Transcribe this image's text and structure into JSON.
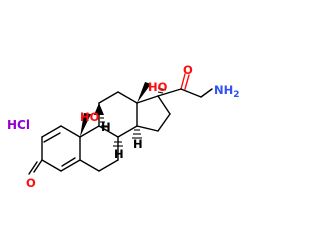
{
  "molecule": {
    "salt": "HCl",
    "atoms": {
      "oxygen_ketone_c3": "O",
      "hydroxyl_c11": "HO",
      "hydroxyl_c17": "HO",
      "oxygen_ketone_c20": "O",
      "amine": "NH",
      "amine_subscript": "2"
    },
    "stereo_h": {
      "c8": "H",
      "c9": "H",
      "c14": "H"
    }
  },
  "colors": {
    "bond": "#000000",
    "oxygen": "#ff0d0d",
    "nitrogen": "#3050f8",
    "salt": "#9400d3"
  }
}
